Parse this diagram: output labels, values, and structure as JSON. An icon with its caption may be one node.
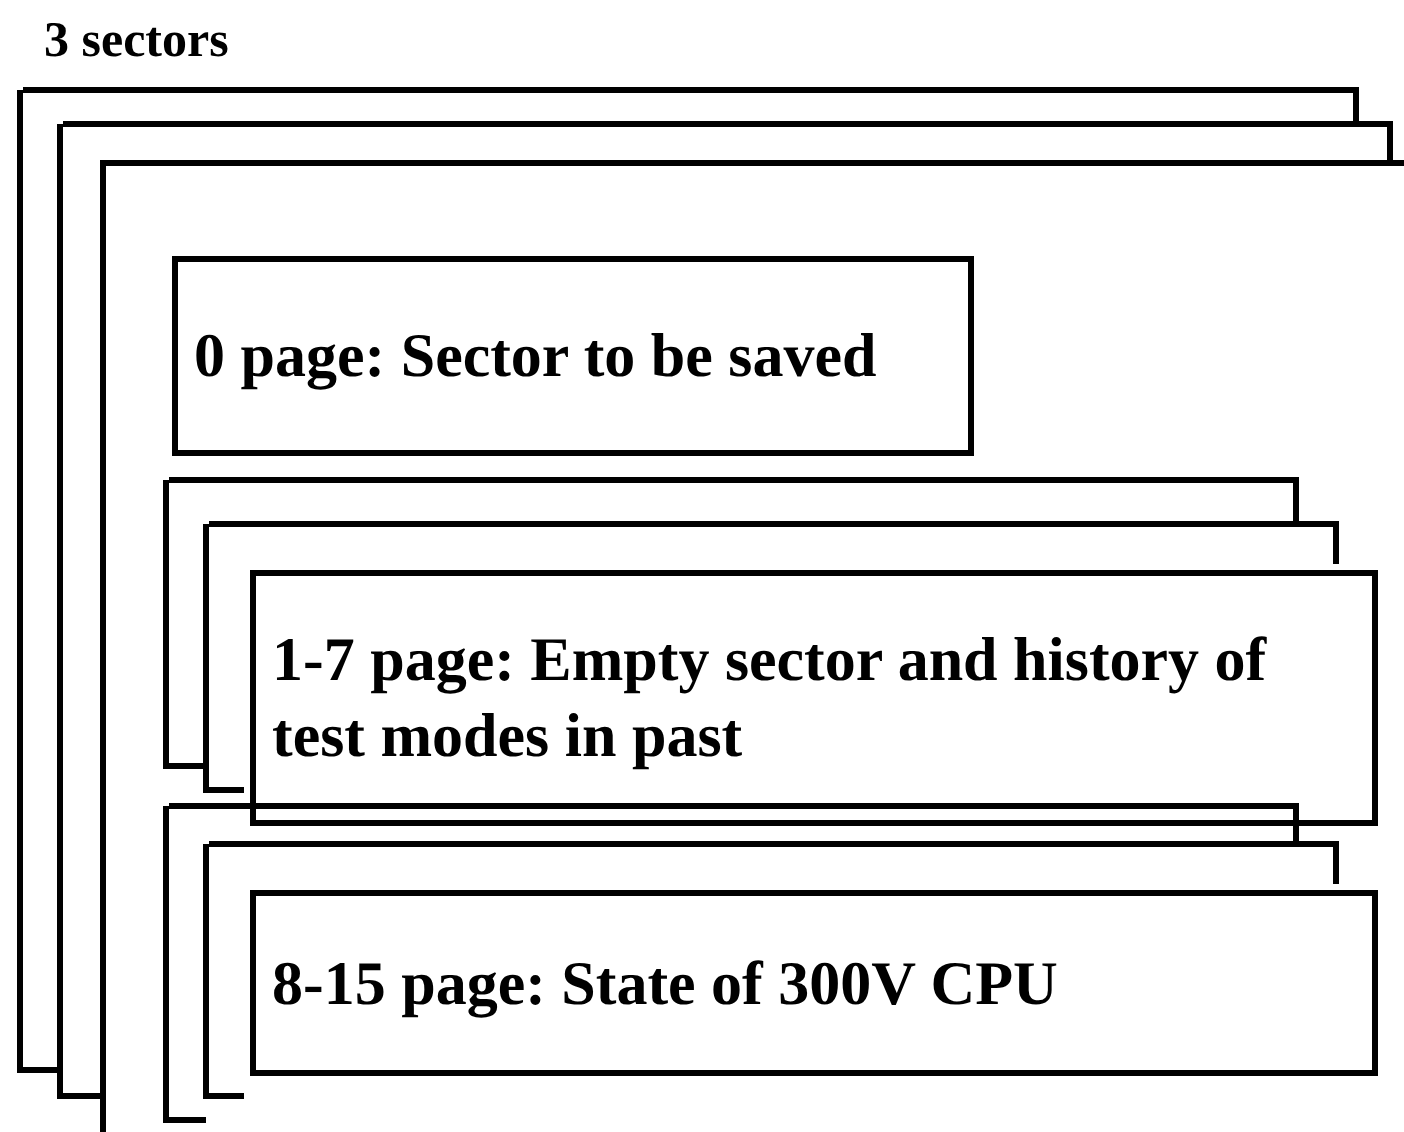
{
  "diagram": {
    "nodes": [
      {
        "text": [
          "3 sectors"
        ]
      },
      {
        "text": [
          "0 page: Sector to be saved"
        ],
        "in": 0
      },
      {
        "text": [
          "1-7 page: Empty sector and history of test modes in past"
        ],
        "in": 0
      },
      {
        "text": [
          "8-15 page: State of 300V CPU"
        ],
        "in": 0
      }
    ]
  }
}
